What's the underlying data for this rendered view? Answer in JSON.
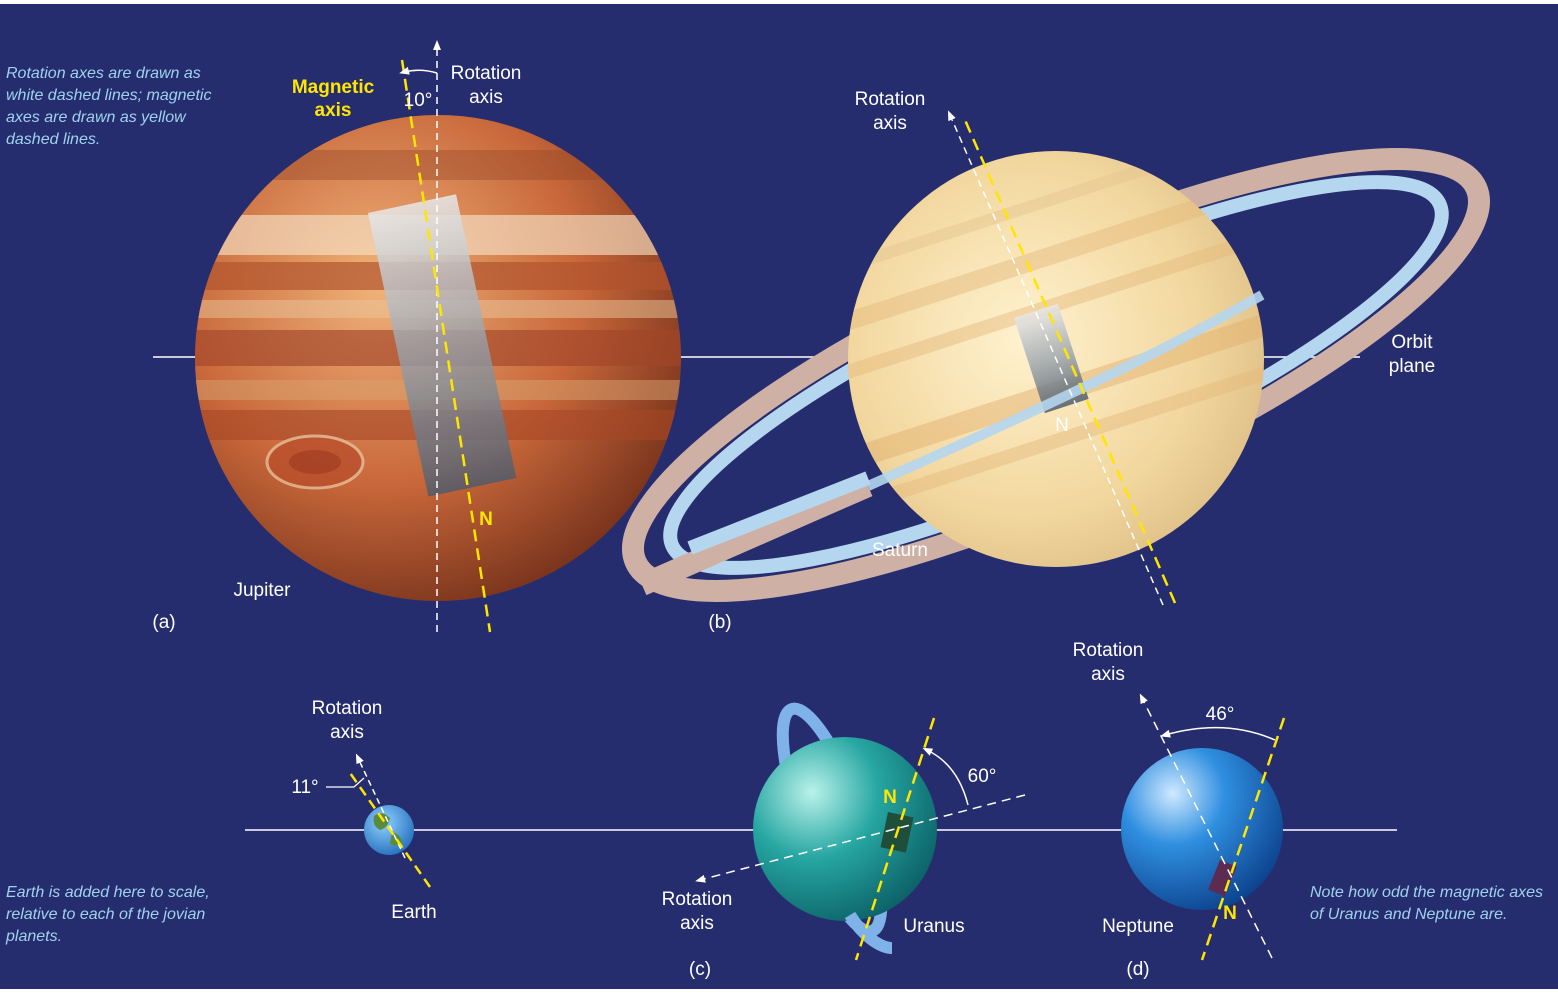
{
  "notes": {
    "axes_line1": "Rotation axes are drawn as",
    "axes_line2": "white dashed lines; magnetic",
    "axes_line3": "axes are drawn as yellow",
    "axes_line4": "dashed lines.",
    "earth_line1": "Earth is added here to scale,",
    "earth_line2": "relative to each of the jovian",
    "earth_line3": "planets.",
    "odd_line1": "Note how odd the magnetic axes",
    "odd_line2": "of Uranus and Neptune are."
  },
  "common": {
    "rotation": "Rotation",
    "axis": "axis",
    "magnetic": "Magnetic",
    "north": "N",
    "orbit": "Orbit",
    "plane": "plane"
  },
  "panels": {
    "a": "(a)",
    "b": "(b)",
    "c": "(c)",
    "d": "(d)"
  },
  "planets": {
    "jupiter": "Jupiter",
    "saturn": "Saturn",
    "earth": "Earth",
    "uranus": "Uranus",
    "neptune": "Neptune"
  },
  "angles": {
    "jupiter": "10°",
    "earth": "11°",
    "uranus": "60°",
    "neptune": "46°"
  },
  "colors": {
    "background": "#262d6e",
    "rotation_axis": "#ffffff",
    "magnetic_axis": "#ffe600",
    "note_text": "#9fd2ee"
  }
}
